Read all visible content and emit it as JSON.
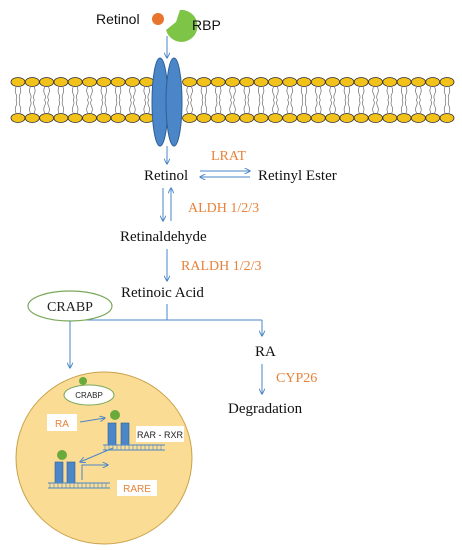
{
  "labels": {
    "retinol_top": "Retinol",
    "rbp": "RBP",
    "retinol": "Retinol",
    "retinyl_ester": "Retinyl Ester",
    "retinaldehyde": "Retinaldehyde",
    "retinoic_acid": "Retinoic Acid",
    "crabp": "CRABP",
    "ra": "RA",
    "degradation": "Degradation",
    "crabp_nuclear": "CRABP",
    "ra_box": "RA",
    "rar_rxr": "RAR - RXR",
    "rare": "RARE"
  },
  "enzymes": {
    "lrat": "LRAT",
    "aldh": "ALDH 1/2/3",
    "raldh": "RALDH 1/2/3",
    "cyp26": "CYP26"
  },
  "colors": {
    "enzyme_text": "#e8823a",
    "arrow": "#4a86c8",
    "membrane_head": "#f2c21a",
    "membrane_head_stroke": "#2a2a2a",
    "channel": "#4a86c8",
    "rbp": "#7ec447",
    "retinol_dot": "#e8742e",
    "cell": "#fadc95",
    "cell_stroke": "#c9a24a",
    "crabp_border": "#7aa85a",
    "nucleus_dot": "#6aaa3a",
    "receptor": "#4a86c8"
  }
}
